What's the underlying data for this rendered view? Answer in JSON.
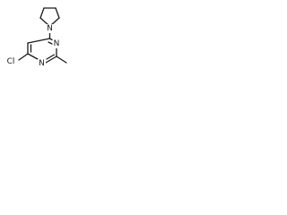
{
  "atoms": {
    "n_pyrrolidine": "N",
    "n_ring_top": "N",
    "n_ring_bottom": "N",
    "chlorine": "Cl"
  },
  "colors": {
    "bond": "#1a1a1a",
    "label": "#1a1a1a",
    "background": "#ffffff"
  }
}
